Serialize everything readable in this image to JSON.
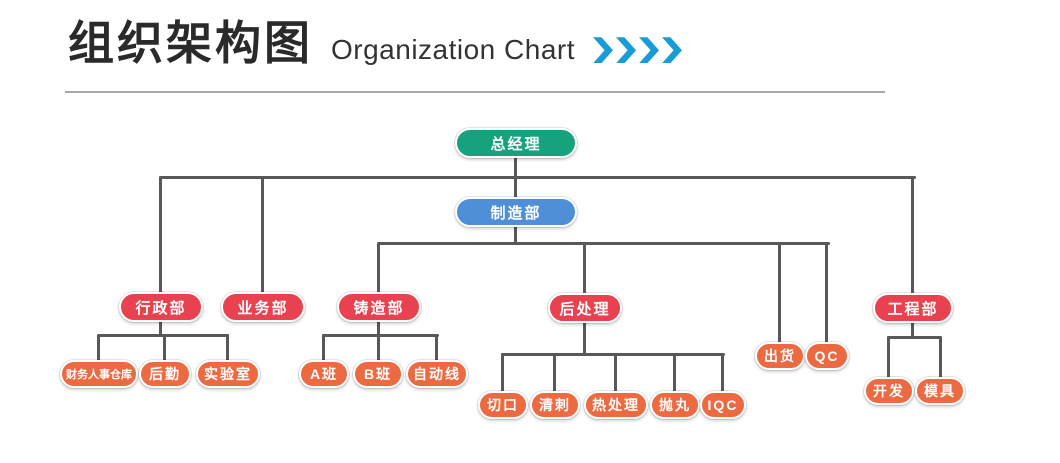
{
  "header": {
    "title_zh": "组织架构图",
    "title_en": "Organization Chart",
    "chevron_count": 4
  },
  "colors": {
    "root": "#16a27d",
    "manufacturing": "#4e8fd7",
    "dept": "#e8414f",
    "sub": "#ec6a41",
    "line": "#58585a",
    "chevron": "#189cd8",
    "title_text": "#2a2a2a"
  },
  "nodes": [
    {
      "id": "gm",
      "label": "总经理",
      "level": "root",
      "parent": null
    },
    {
      "id": "mfg",
      "label": "制造部",
      "level": "manufacturing",
      "parent": "gm"
    },
    {
      "id": "admin",
      "label": "行政部",
      "level": "dept",
      "parent": "gm"
    },
    {
      "id": "sales",
      "label": "业务部",
      "level": "dept",
      "parent": "gm"
    },
    {
      "id": "eng",
      "label": "工程部",
      "level": "dept",
      "parent": "gm"
    },
    {
      "id": "casting",
      "label": "铸造部",
      "level": "dept",
      "parent": "mfg"
    },
    {
      "id": "post",
      "label": "后处理",
      "level": "dept",
      "parent": "mfg"
    },
    {
      "id": "ship",
      "label": "出货",
      "level": "sub",
      "parent": "mfg"
    },
    {
      "id": "qc",
      "label": "QC",
      "level": "sub",
      "parent": "mfg"
    },
    {
      "id": "fin",
      "label": "财务人事仓库",
      "level": "sub",
      "parent": "admin"
    },
    {
      "id": "logi",
      "label": "后勤",
      "level": "sub",
      "parent": "admin"
    },
    {
      "id": "lab",
      "label": "实验室",
      "level": "sub",
      "parent": "admin"
    },
    {
      "id": "classA",
      "label": "A班",
      "level": "sub",
      "parent": "casting"
    },
    {
      "id": "classB",
      "label": "B班",
      "level": "sub",
      "parent": "casting"
    },
    {
      "id": "auto",
      "label": "自动线",
      "level": "sub",
      "parent": "casting"
    },
    {
      "id": "cut",
      "label": "切口",
      "level": "sub",
      "parent": "post"
    },
    {
      "id": "deburr",
      "label": "清刺",
      "level": "sub",
      "parent": "post"
    },
    {
      "id": "heat",
      "label": "热处理",
      "level": "sub",
      "parent": "post"
    },
    {
      "id": "shot",
      "label": "抛丸",
      "level": "sub",
      "parent": "post"
    },
    {
      "id": "iqc",
      "label": "IQC",
      "level": "sub",
      "parent": "post"
    },
    {
      "id": "dev",
      "label": "开发",
      "level": "sub",
      "parent": "eng"
    },
    {
      "id": "mold",
      "label": "模具",
      "level": "sub",
      "parent": "eng"
    }
  ]
}
